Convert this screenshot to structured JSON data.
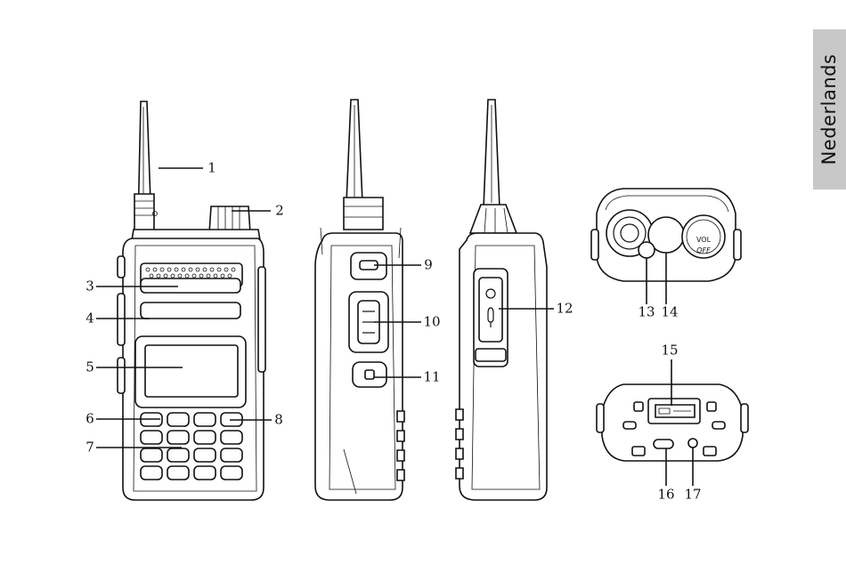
{
  "tab": {
    "language": "Nederlands"
  },
  "callouts": [
    "1",
    "2",
    "3",
    "4",
    "5",
    "6",
    "7",
    "8",
    "9",
    "10",
    "11",
    "12",
    "13",
    "14",
    "15",
    "16",
    "17"
  ],
  "top_knob_label": "VOL",
  "top_knob_off": "OFF"
}
